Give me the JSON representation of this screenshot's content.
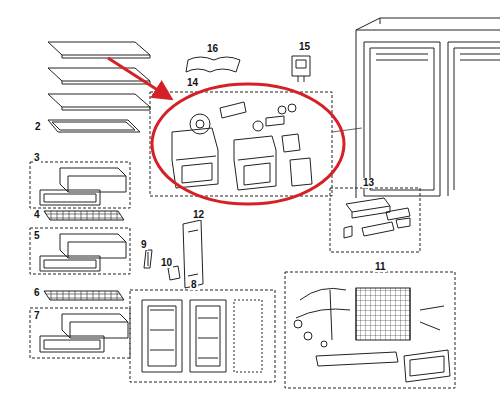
{
  "diagram": {
    "labels": [
      "16",
      "15",
      "14",
      "2",
      "3",
      "4",
      "5",
      "9",
      "10",
      "12",
      "13",
      "6",
      "8",
      "11",
      "7"
    ]
  }
}
